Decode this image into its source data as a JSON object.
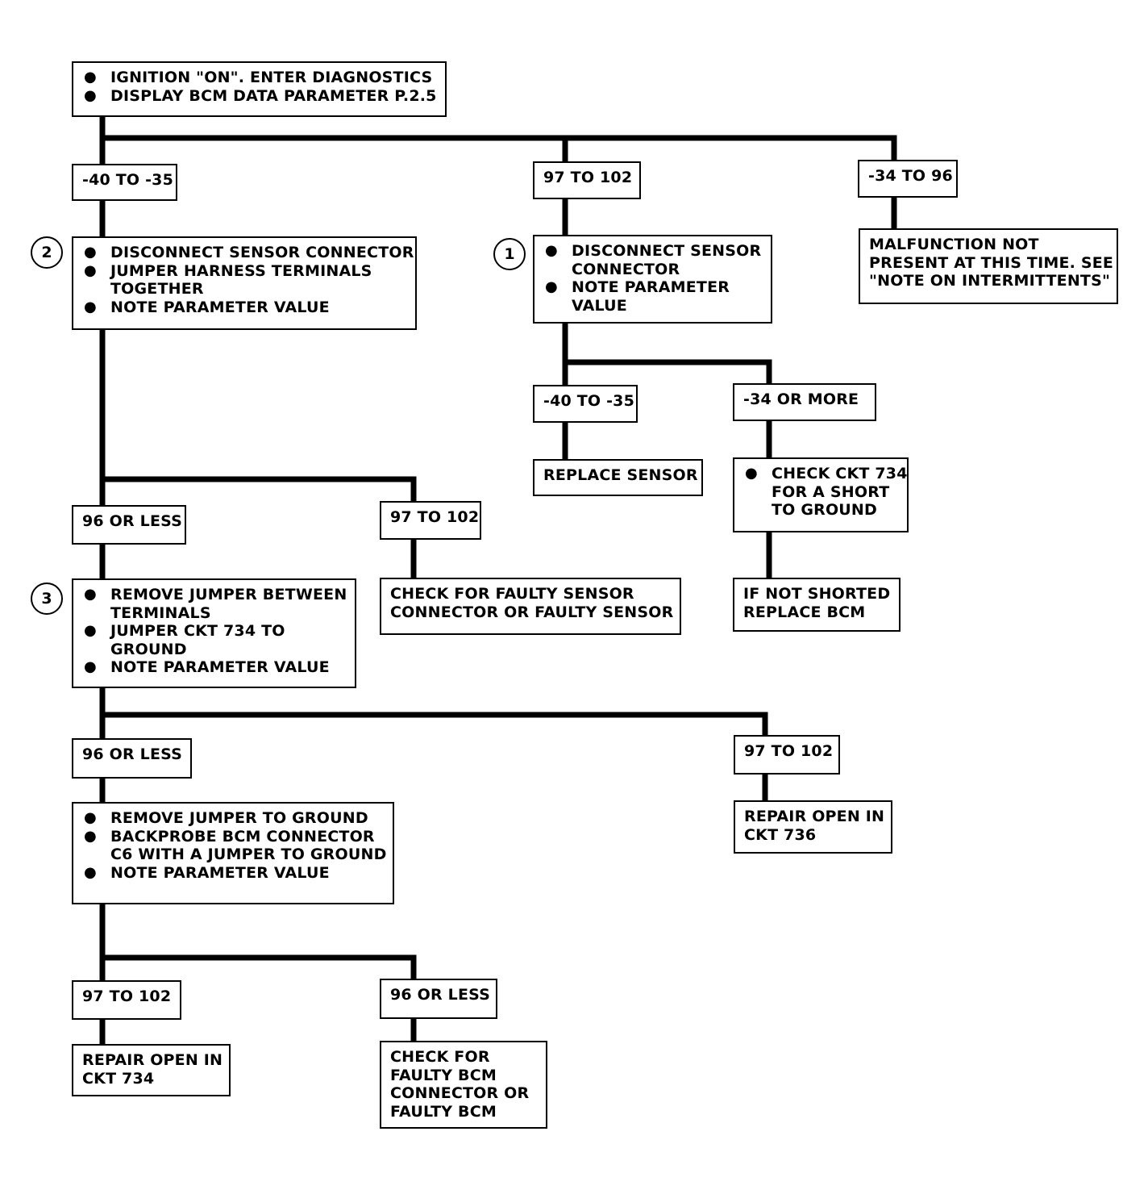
{
  "start": {
    "lines": [
      "IGNITION \"ON\".  ENTER DIAGNOSTICS",
      "DISPLAY BCM DATA PARAMETER P.2.5"
    ]
  },
  "branches_1": {
    "left": "-40 TO -35",
    "mid": "97 TO 102",
    "right": "-34 TO 96"
  },
  "malfunction": [
    "MALFUNCTION NOT",
    "PRESENT AT THIS TIME.  SEE",
    "\"NOTE ON INTERMITTENTS\""
  ],
  "step1": {
    "number": "1",
    "items": [
      [
        "DISCONNECT SENSOR",
        "CONNECTOR"
      ],
      [
        "NOTE PARAMETER",
        "VALUE"
      ]
    ]
  },
  "step1_results": {
    "a": "-40 TO -35",
    "b": "-34 OR MORE"
  },
  "replace_sensor": "REPLACE SENSOR",
  "check_734": [
    "CHECK CKT 734",
    "FOR A SHORT",
    "TO GROUND"
  ],
  "not_shorted": [
    "IF NOT SHORTED",
    "REPLACE BCM"
  ],
  "step2": {
    "number": "2",
    "items": [
      [
        "DISCONNECT SENSOR CONNECTOR"
      ],
      [
        "JUMPER HARNESS TERMINALS",
        "TOGETHER"
      ],
      [
        "NOTE PARAMETER VALUE"
      ]
    ]
  },
  "step2_results": {
    "a": "96 OR LESS",
    "b": "97 TO 102"
  },
  "faulty_sensor": [
    "CHECK FOR FAULTY SENSOR",
    "CONNECTOR OR FAULTY SENSOR"
  ],
  "step3": {
    "number": "3",
    "items": [
      [
        "REMOVE JUMPER BETWEEN",
        "TERMINALS"
      ],
      [
        "JUMPER CKT 734 TO",
        "GROUND"
      ],
      [
        "NOTE PARAMETER VALUE"
      ]
    ]
  },
  "step3_results": {
    "a": "96 OR LESS",
    "b": "97 TO 102"
  },
  "repair_736": [
    "REPAIR OPEN IN",
    "CKT 736"
  ],
  "step4": {
    "items": [
      [
        "REMOVE JUMPER TO GROUND"
      ],
      [
        "BACKPROBE BCM CONNECTOR",
        "C6 WITH A JUMPER TO GROUND"
      ],
      [
        "NOTE PARAMETER VALUE"
      ]
    ]
  },
  "step4_results": {
    "a": "97 TO 102",
    "b": "96 OR LESS"
  },
  "repair_734": [
    "REPAIR OPEN IN",
    "CKT 734"
  ],
  "faulty_bcm": [
    "CHECK FOR",
    "FAULTY BCM",
    "CONNECTOR OR",
    "FAULTY BCM"
  ],
  "bullet": "●"
}
